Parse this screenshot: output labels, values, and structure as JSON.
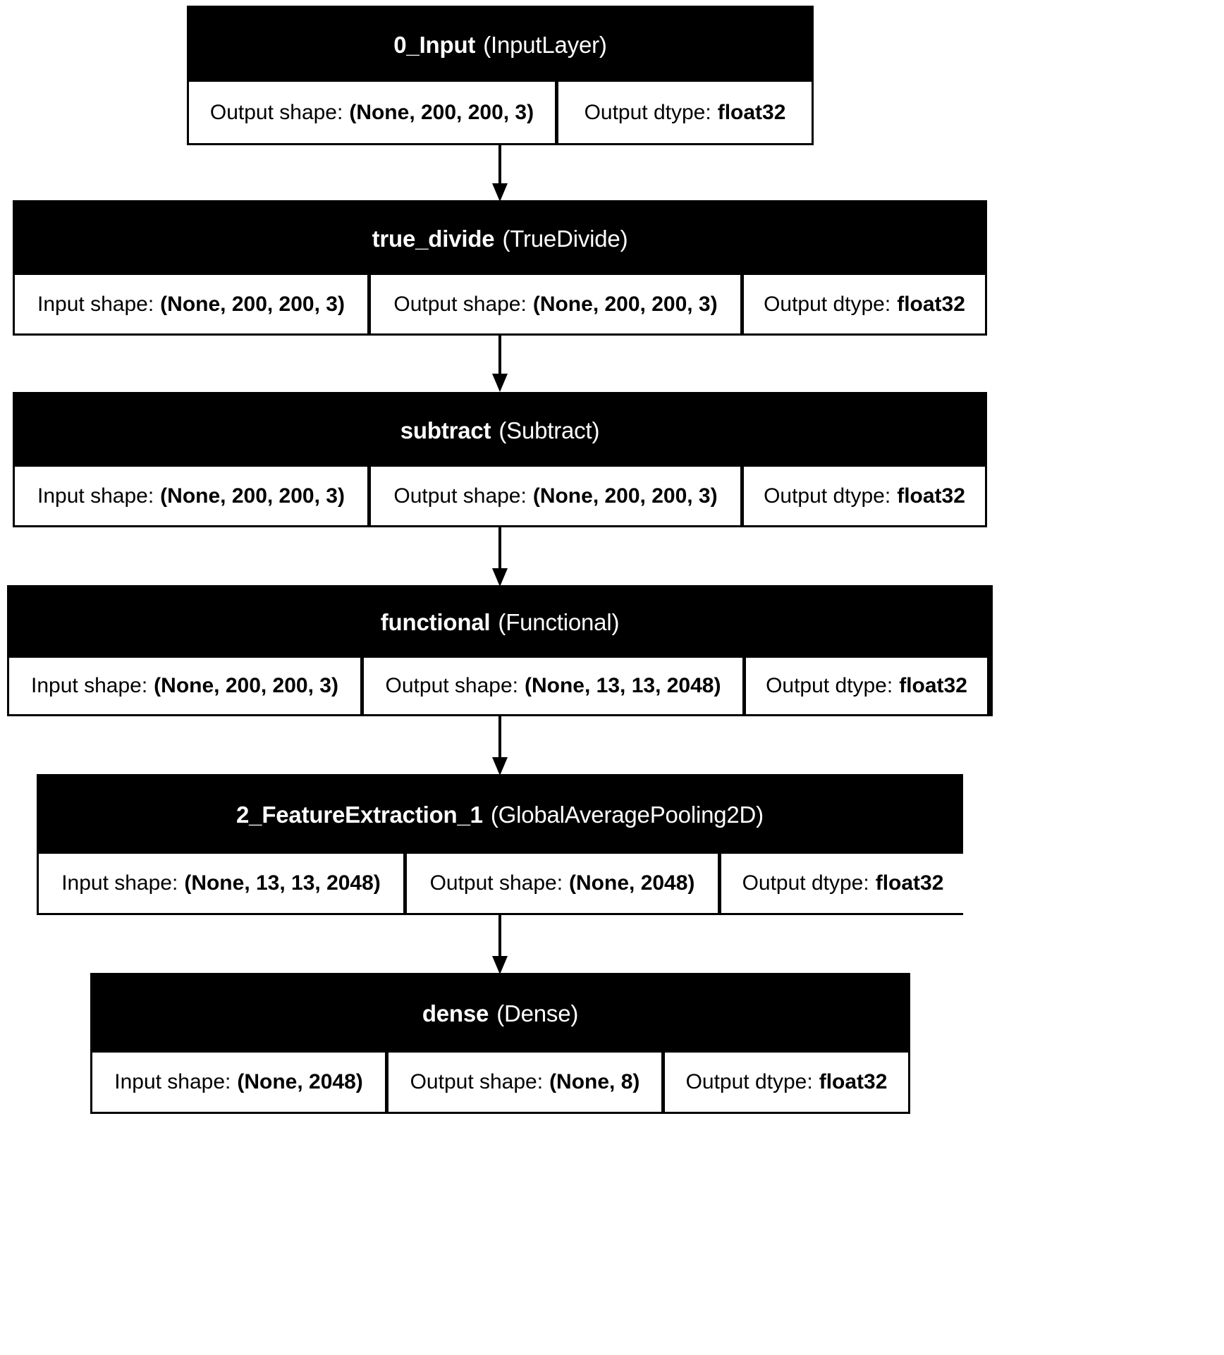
{
  "diagram": {
    "title": "Keras model architecture graph",
    "orientation": "top-to-bottom",
    "colors": {
      "node_header_bg": "#000000",
      "node_header_text": "#ffffff",
      "cell_bg": "#ffffff",
      "cell_text": "#000000",
      "edge": "#000000",
      "page_bg": "#ffffff"
    },
    "nodes": [
      {
        "id": "input",
        "layer_name": "0_Input",
        "layer_type": "(InputLayer)",
        "cells": [
          {
            "label": "Output shape:",
            "value": "(None, 200, 200, 3)"
          },
          {
            "label": "Output dtype:",
            "value": "float32"
          }
        ]
      },
      {
        "id": "true_divide",
        "layer_name": "true_divide",
        "layer_type": "(TrueDivide)",
        "cells": [
          {
            "label": "Input shape:",
            "value": "(None, 200, 200, 3)"
          },
          {
            "label": "Output shape:",
            "value": "(None, 200, 200, 3)"
          },
          {
            "label": "Output dtype:",
            "value": "float32"
          }
        ]
      },
      {
        "id": "subtract",
        "layer_name": "subtract",
        "layer_type": "(Subtract)",
        "cells": [
          {
            "label": "Input shape:",
            "value": "(None, 200, 200, 3)"
          },
          {
            "label": "Output shape:",
            "value": "(None, 200, 200, 3)"
          },
          {
            "label": "Output dtype:",
            "value": "float32"
          }
        ]
      },
      {
        "id": "functional",
        "layer_name": "functional",
        "layer_type": "(Functional)",
        "cells": [
          {
            "label": "Input shape:",
            "value": "(None, 200, 200, 3)"
          },
          {
            "label": "Output shape:",
            "value": "(None, 13, 13, 2048)"
          },
          {
            "label": "Output dtype:",
            "value": "float32"
          }
        ]
      },
      {
        "id": "feature_extraction",
        "layer_name": "2_FeatureExtraction_1",
        "layer_type": "(GlobalAveragePooling2D)",
        "cells": [
          {
            "label": "Input shape:",
            "value": "(None, 13, 13, 2048)"
          },
          {
            "label": "Output shape:",
            "value": "(None, 2048)"
          },
          {
            "label": "Output dtype:",
            "value": "float32"
          }
        ]
      },
      {
        "id": "dense",
        "layer_name": "dense",
        "layer_type": "(Dense)",
        "cells": [
          {
            "label": "Input shape:",
            "value": "(None, 2048)"
          },
          {
            "label": "Output shape:",
            "value": "(None, 8)"
          },
          {
            "label": "Output dtype:",
            "value": "float32"
          }
        ]
      }
    ],
    "edges": [
      {
        "from": "input",
        "to": "true_divide"
      },
      {
        "from": "true_divide",
        "to": "subtract"
      },
      {
        "from": "subtract",
        "to": "functional"
      },
      {
        "from": "functional",
        "to": "feature_extraction"
      },
      {
        "from": "feature_extraction",
        "to": "dense"
      }
    ]
  }
}
